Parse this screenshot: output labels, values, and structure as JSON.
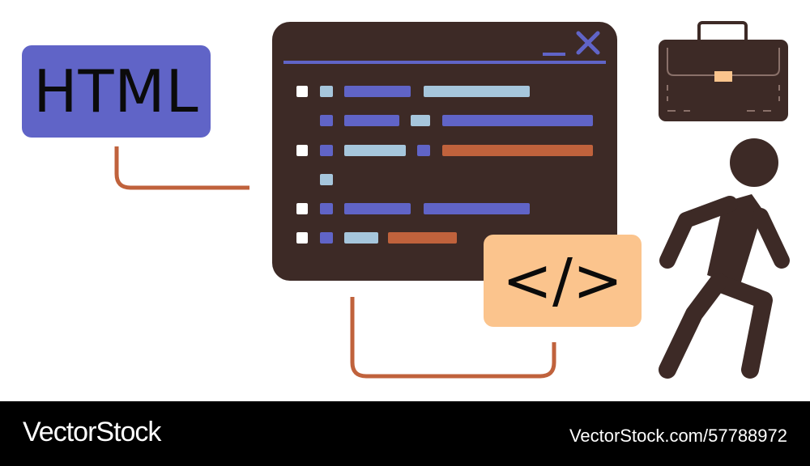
{
  "badge": {
    "text": "HTML"
  },
  "code_tag": {
    "text": "</>"
  },
  "footer": {
    "brand": "VectorStock",
    "ref": "VectorStock.com/57788972"
  },
  "colors": {
    "purple": "#6064c7",
    "window": "#3d2a26",
    "light_blue": "#a6c6dc",
    "orange": "#c0623c",
    "peach": "#fbc48d",
    "figure": "#3d2a26",
    "footer": "#000000"
  },
  "icons": [
    "connector-line",
    "minimize-icon",
    "close-icon",
    "briefcase-icon",
    "walking-person-icon"
  ]
}
